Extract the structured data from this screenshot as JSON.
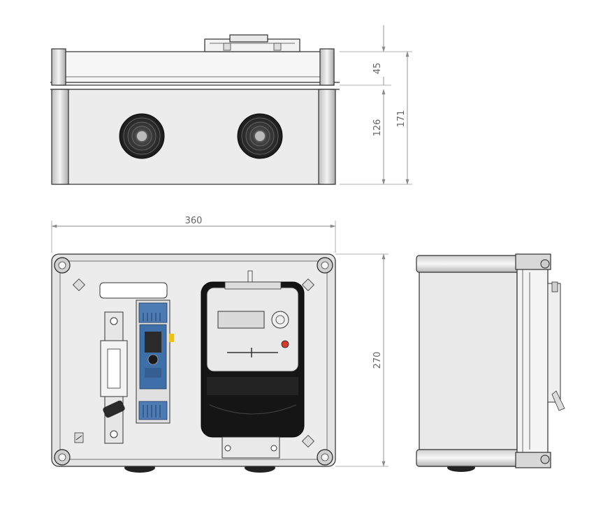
{
  "dimensions": {
    "lid_height": "45",
    "body_height": "126",
    "total_height": "171",
    "width": "360",
    "depth": "270"
  },
  "colors": {
    "enclosure_face": "#ececec",
    "enclosure_edge": "#2f2f2f",
    "module_blue": "#3f6fa8",
    "indicator_yellow": "#e8c21a",
    "indicator_red": "#d43a2a",
    "meter_black": "#151515"
  },
  "icons": [
    "screw-icon",
    "cable-gland-icon",
    "earth-symbol-icon"
  ]
}
